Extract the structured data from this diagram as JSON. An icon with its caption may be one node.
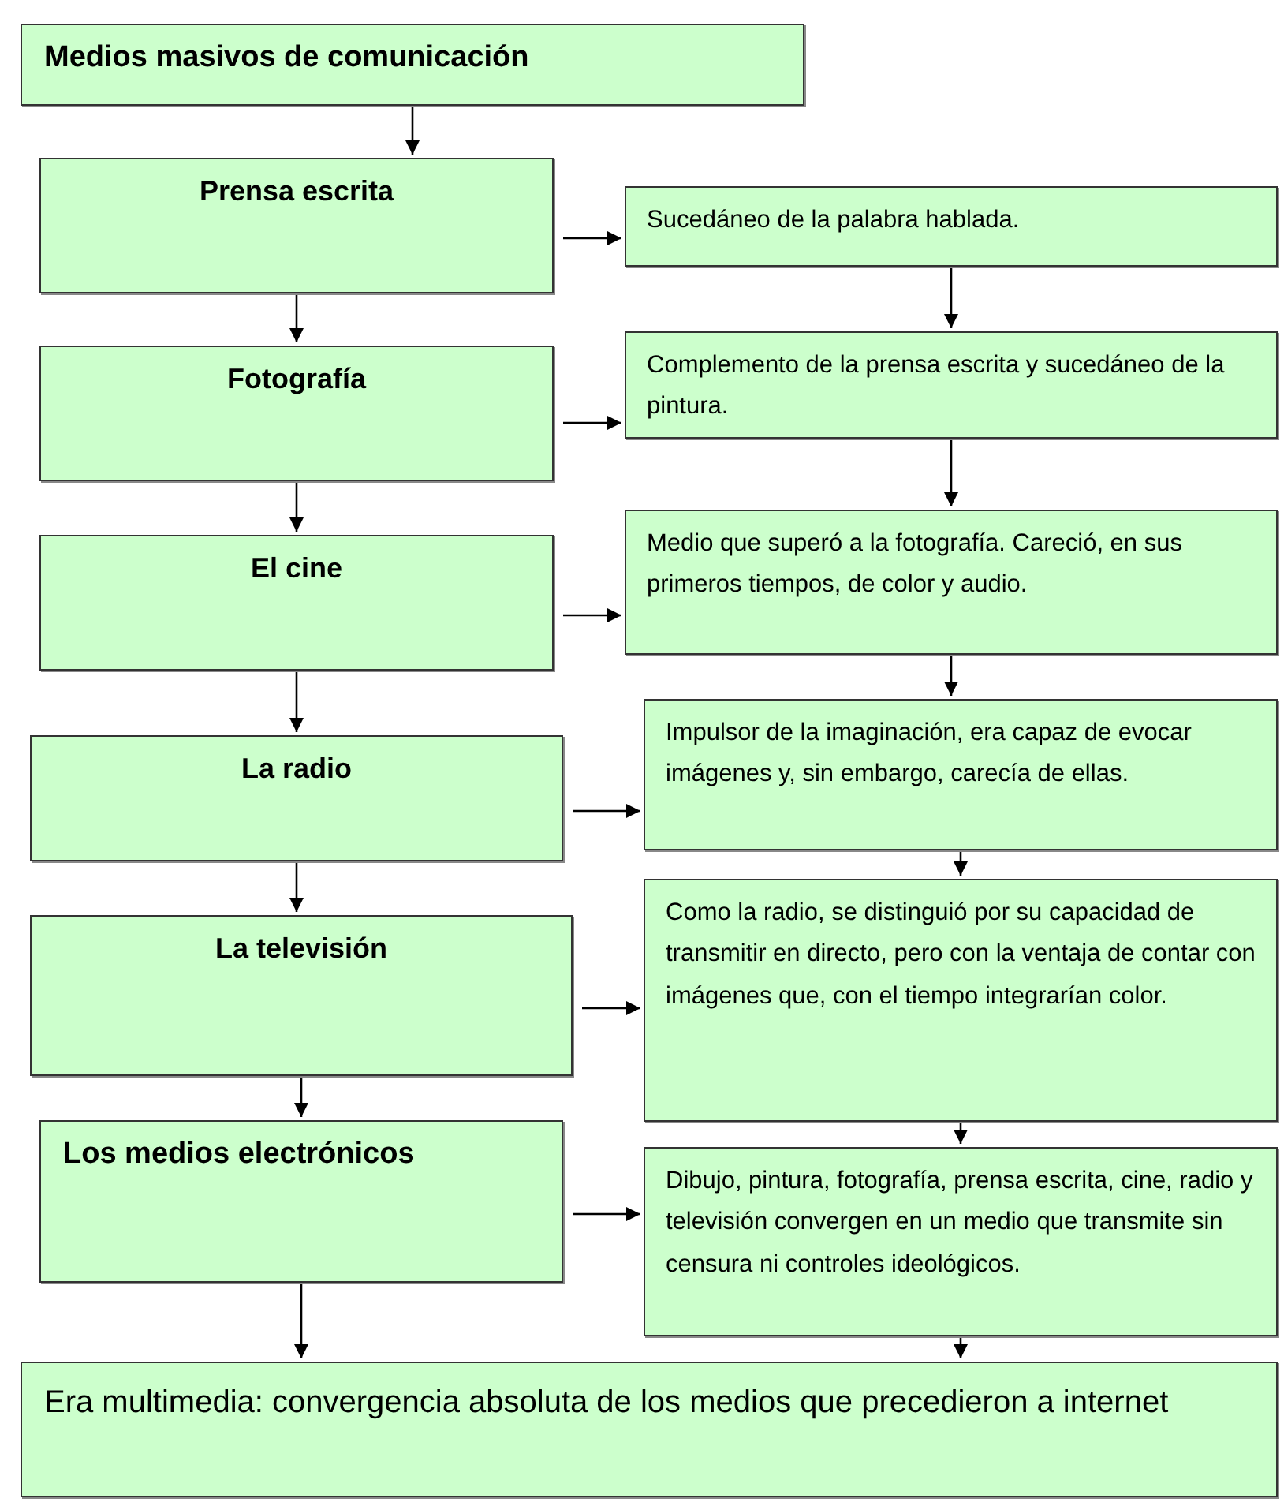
{
  "diagram": {
    "nodes": [
      {
        "text": [
          "Medios masivos de comunicación"
        ]
      },
      {
        "text": [
          "Prensa escrita"
        ]
      },
      {
        "text": [
          "Sucedáneo de la palabra hablada."
        ]
      },
      {
        "text": [
          "Fotografía"
        ]
      },
      {
        "text": [
          "Complemento de la prensa escrita y sucedáneo de la pintura."
        ]
      },
      {
        "text": [
          "El cine"
        ]
      },
      {
        "text": [
          "Medio que superó a la fotografía. Careció, en sus primeros tiempos, de color y audio."
        ]
      },
      {
        "text": [
          "La radio"
        ]
      },
      {
        "text": [
          "Impulsor de la imaginación,  era capaz de evocar imágenes y, sin embargo, carecía de ellas."
        ]
      },
      {
        "text": [
          "La televisión"
        ]
      },
      {
        "text": [
          "Como la radio, se distinguió por su capacidad de transmitir en directo, pero con la ventaja de contar con imágenes que, con el tiempo integrarían color."
        ]
      },
      {
        "text": [
          "Los medios electrónicos"
        ]
      },
      {
        "text": [
          "Dibujo, pintura, fotografía, prensa escrita, cine, radio y televisión convergen en un medio que transmite sin censura ni controles ideológicos."
        ]
      },
      {
        "text": [
          "Era multimedia: convergencia absoluta de los medios que precedieron a internet"
        ]
      }
    ],
    "edges": [
      {
        "from": 0,
        "to": 1,
        "arrow": "to"
      },
      {
        "from": 1,
        "to": 3,
        "arrow": "to"
      },
      {
        "from": 3,
        "to": 5,
        "arrow": "to"
      },
      {
        "from": 5,
        "to": 7,
        "arrow": "to"
      },
      {
        "from": 7,
        "to": 9,
        "arrow": "to"
      },
      {
        "from": 9,
        "to": 11,
        "arrow": "to"
      },
      {
        "from": 11,
        "to": 13,
        "arrow": "to"
      },
      {
        "from": 1,
        "to": 2,
        "arrow": "to"
      },
      {
        "from": 3,
        "to": 4,
        "arrow": "to"
      },
      {
        "from": 5,
        "to": 6,
        "arrow": "to"
      },
      {
        "from": 7,
        "to": 8,
        "arrow": "to"
      },
      {
        "from": 9,
        "to": 10,
        "arrow": "to"
      },
      {
        "from": 11,
        "to": 12,
        "arrow": "to"
      },
      {
        "from": 2,
        "to": 4,
        "arrow": "to"
      },
      {
        "from": 4,
        "to": 6,
        "arrow": "to"
      },
      {
        "from": 6,
        "to": 8,
        "arrow": "to"
      },
      {
        "from": 8,
        "to": 10,
        "arrow": "to"
      },
      {
        "from": 10,
        "to": 12,
        "arrow": "to"
      },
      {
        "from": 12,
        "to": 13,
        "arrow": "to"
      }
    ]
  }
}
